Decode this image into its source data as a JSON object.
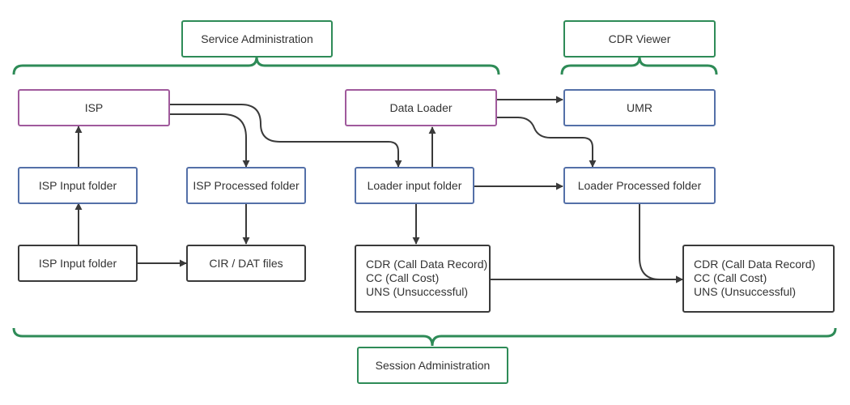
{
  "colors": {
    "group_bracket": "#2e8b57",
    "service_node": "#a05a9c",
    "folder_node": "#5470a8",
    "file_node": "#3a3a3a",
    "connector": "#3a3a3a"
  },
  "groups": {
    "service_administration": "Service Administration",
    "cdr_viewer": "CDR Viewer",
    "session_administration": "Session Administration"
  },
  "nodes": {
    "isp": "ISP",
    "data_loader": "Data Loader",
    "umr": "UMR",
    "isp_input_folder_top": "ISP Input folder",
    "isp_processed_folder": "ISP Processed folder",
    "loader_input_folder": "Loader input folder",
    "loader_processed_folder": "Loader Processed folder",
    "isp_input_folder_bottom": "ISP Input folder",
    "cir_dat_files": "CIR / DAT files",
    "cdr_files_left": {
      "line1": "CDR (Call Data Record)",
      "line2": "CC (Call Cost)",
      "line3": "UNS (Unsuccessful)"
    },
    "cdr_files_right": {
      "line1": "CDR (Call Data Record)",
      "line2": "CC (Call Cost)",
      "line3": "UNS (Unsuccessful)"
    }
  }
}
